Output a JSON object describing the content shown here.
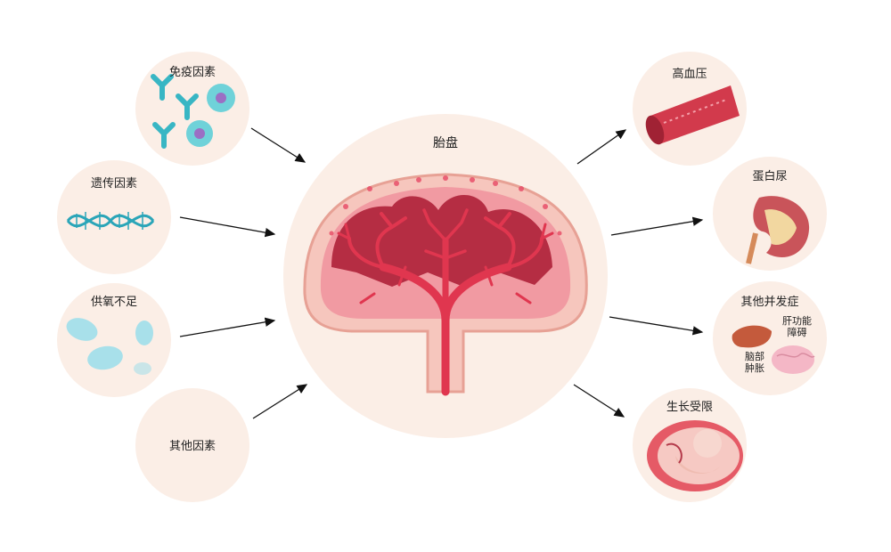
{
  "center": {
    "title": "胎盘"
  },
  "causes": {
    "immune": "免疫因素",
    "genetic": "遗传因素",
    "oxygen": "供氧不足",
    "other": "其他因素"
  },
  "effects": {
    "hypertension": "高血压",
    "proteinuria": "蛋白尿",
    "complications": "其他并发症",
    "liver": [
      "肝功能",
      "障碍"
    ],
    "brain": [
      "脑部",
      "肿胀"
    ],
    "growth": "生长受限"
  },
  "colors": {
    "circle_bg": "#fbeee6",
    "placenta_red": "#d9374f",
    "placenta_dark": "#a8283c",
    "placenta_pink": "#f39aa3",
    "teal": "#38b6c4"
  }
}
